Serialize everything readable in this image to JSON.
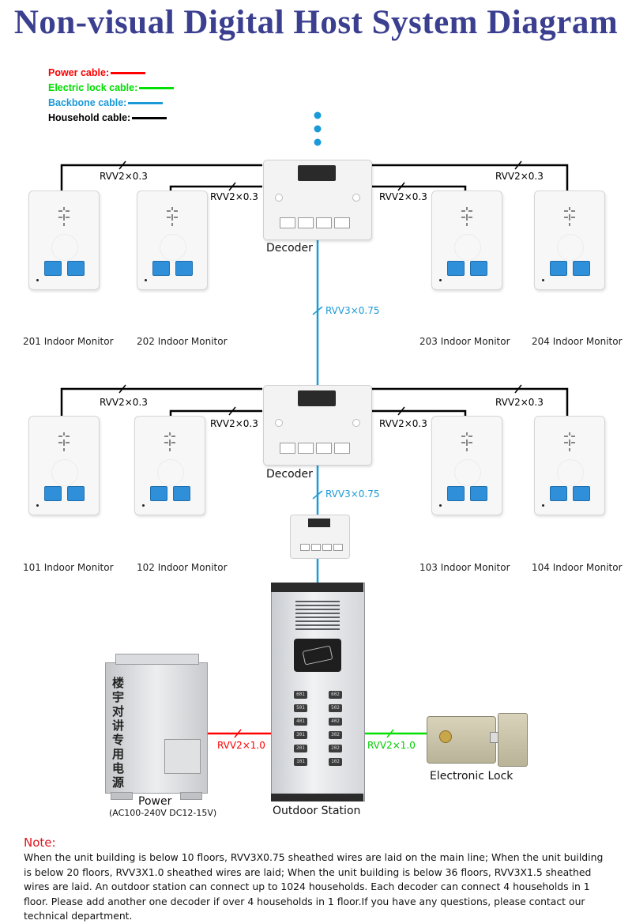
{
  "title": "Non-visual Digital Host System Diagram",
  "legend": [
    {
      "label": "Power cable:",
      "color": "#ff0000"
    },
    {
      "label": "Electric lock cable:",
      "color": "#00e000"
    },
    {
      "label": "Backbone cable:",
      "color": "#1a9ad6"
    },
    {
      "label": "Household cable:",
      "color": "#000000"
    }
  ],
  "cables": {
    "household": "RVV2×0.3",
    "backbone": "RVV3×0.75",
    "power": "RVV2×1.0",
    "lock": "RVV2×1.0"
  },
  "decoder_label": "Decoder",
  "monitors": {
    "m201": "201 Indoor Monitor",
    "m202": "202 Indoor Monitor",
    "m203": "203 Indoor Monitor",
    "m204": "204 Indoor Monitor",
    "m101": "101 Indoor Monitor",
    "m102": "102 Indoor Monitor",
    "m103": "103 Indoor Monitor",
    "m104": "104 Indoor Monitor"
  },
  "power": {
    "label": "Power",
    "spec": "(AC100-240V DC12-15V)",
    "chinese_text": "楼宇对讲专用电源"
  },
  "outdoor_station": {
    "label": "Outdoor Station",
    "keys": [
      "601",
      "602",
      "501",
      "502",
      "401",
      "402",
      "301",
      "302",
      "201",
      "202",
      "101",
      "102"
    ]
  },
  "lock_label": "Electronic Lock",
  "note": {
    "title": "Note:",
    "body": "When the unit building is below 10 floors, RVV3X0.75 sheathed wires are laid on the main line; When the unit building is below 20 floors, RVV3X1.0 sheathed wires are laid; When the unit building is below 36 floors, RVV3X1.5 sheathed wires are laid. An outdoor station can connect up to 1024 households. Each decoder can connect 4 households in 1 floor. Please add another one decoder if over 4 households in 1 floor.If you have any questions, please contact our technical department."
  }
}
